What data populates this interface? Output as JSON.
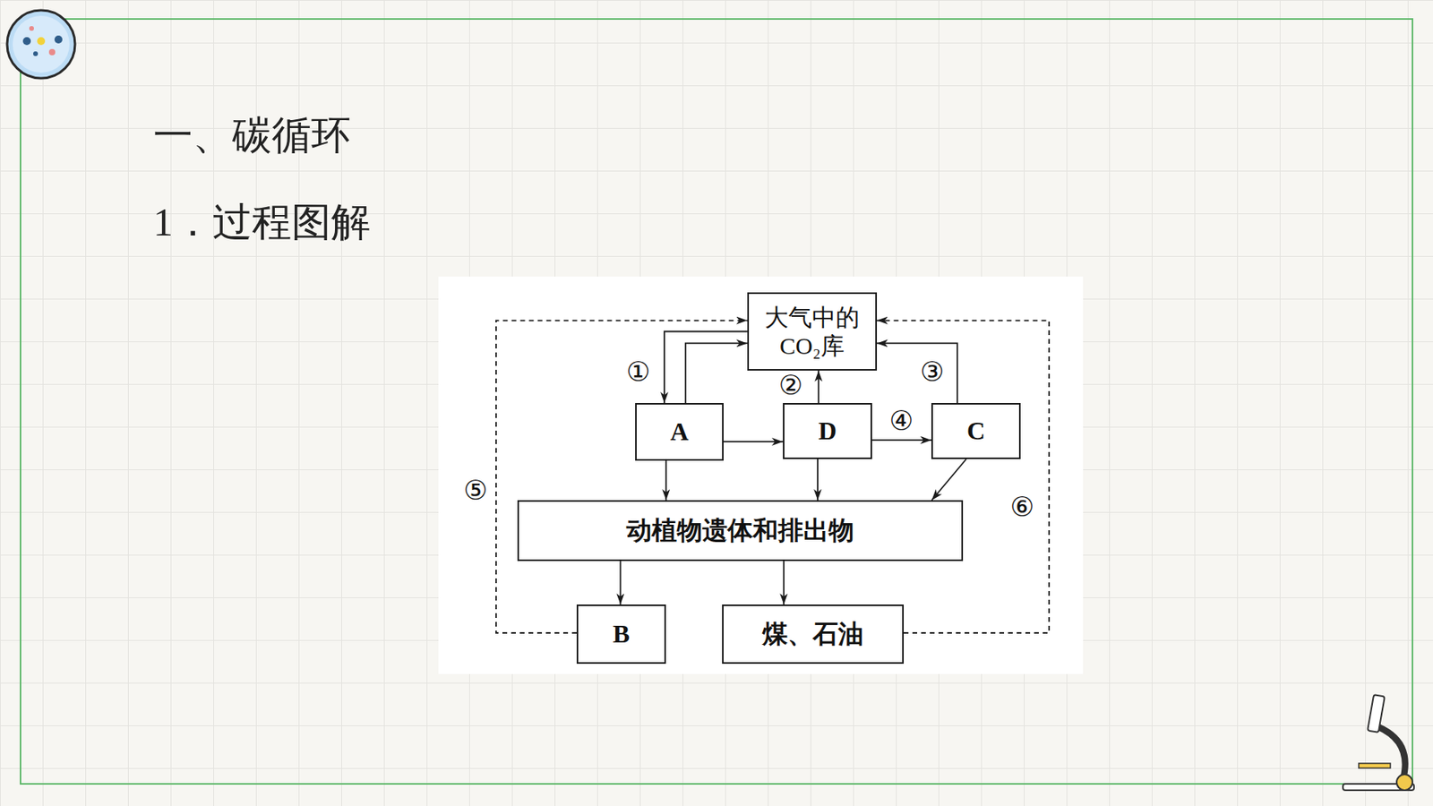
{
  "diagram": {
    "title": "一、碳循环",
    "nodes": [
      {
        "text": [
          "大气中的 CO₂库"
        ]
      },
      {
        "text": [
          "A"
        ]
      },
      {
        "text": [
          "D"
        ]
      },
      {
        "text": [
          "C"
        ]
      },
      {
        "text": [
          "动植物遗体和排出物"
        ]
      },
      {
        "text": [
          "B"
        ]
      },
      {
        "text": [
          "煤、石油"
        ]
      }
    ],
    "edges": [
      {
        "from": 0,
        "to": 1,
        "arrow": "to",
        "label": "①"
      },
      {
        "from": 1,
        "to": 0,
        "arrow": "to"
      },
      {
        "from": 2,
        "to": 0,
        "arrow": "to",
        "label": "②"
      },
      {
        "from": 3,
        "to": 0,
        "arrow": "to",
        "label": "③"
      },
      {
        "from": 1,
        "to": 2,
        "arrow": "to"
      },
      {
        "from": 2,
        "to": 3,
        "arrow": "to",
        "label": "④"
      },
      {
        "from": 1,
        "to": 4,
        "arrow": "to"
      },
      {
        "from": 2,
        "to": 4,
        "arrow": "to"
      },
      {
        "from": 3,
        "to": 4,
        "arrow": "to"
      },
      {
        "from": 4,
        "to": 5,
        "arrow": "to"
      },
      {
        "from": 4,
        "to": 6,
        "arrow": "to"
      },
      {
        "from": 5,
        "to": 0,
        "arrow": "to",
        "label": "⑤"
      },
      {
        "from": 6,
        "to": 0,
        "arrow": "to",
        "label": "⑥"
      }
    ],
    "labels": [
      "1．过程图解"
    ]
  }
}
